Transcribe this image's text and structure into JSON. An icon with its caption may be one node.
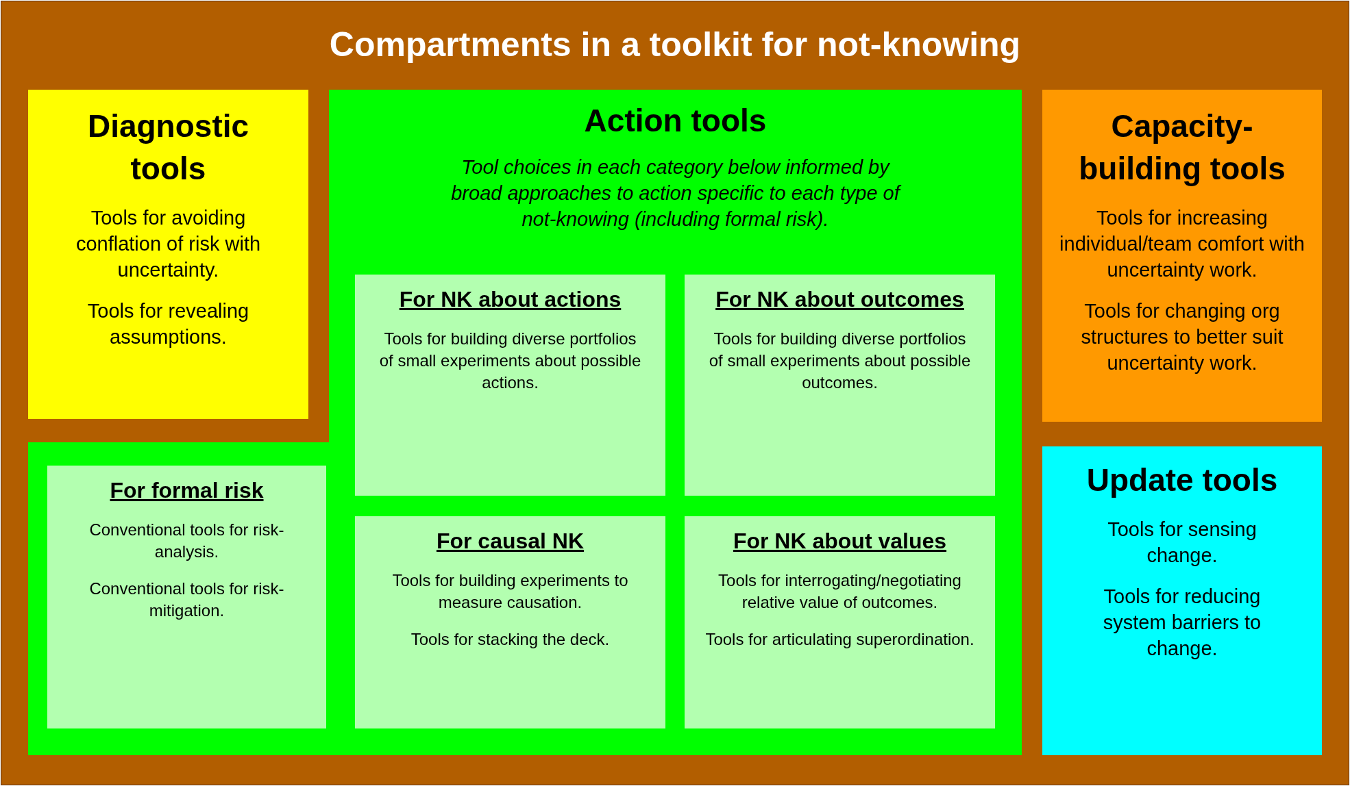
{
  "diagram": {
    "title": "Compartments in a toolkit for not-knowing",
    "nodes": [
      {
        "text": [
          "Diagnostic tools",
          "Tools for avoiding conflation of risk with uncertainty.",
          "Tools for revealing assumptions."
        ]
      },
      {
        "text": [
          "Action tools",
          "Tool choices in each category below informed by broad approaches to action specific to each type of not-knowing (including formal risk)."
        ]
      },
      {
        "text": [
          "For NK about actions",
          "Tools for building diverse portfolios of small experiments about possible actions."
        ],
        "in": 1
      },
      {
        "text": [
          "For NK about outcomes",
          "Tools for building diverse portfolios of small experiments about possible outcomes."
        ],
        "in": 1
      },
      {
        "text": [
          "Capacity-building tools",
          "Tools for increasing individual/team comfort with uncertainty work.",
          "Tools for changing org structures to better suit uncertainty work."
        ]
      },
      {
        "text": [
          "For formal risk",
          "Conventional tools for risk-analysis.",
          "Conventional tools for risk-mitigation."
        ],
        "in": 1
      },
      {
        "text": [
          "For causal NK",
          "Tools for building experiments to measure causation.",
          "Tools for stacking the deck."
        ],
        "in": 1
      },
      {
        "text": [
          "For NK about values",
          "Tools for interrogating/negotiating relative value of outcomes.",
          "Tools for articulating superordination."
        ],
        "in": 1
      },
      {
        "text": [
          "Update tools",
          "Tools for sensing change.",
          "Tools for reducing system barriers to change."
        ]
      }
    ],
    "edges": []
  }
}
